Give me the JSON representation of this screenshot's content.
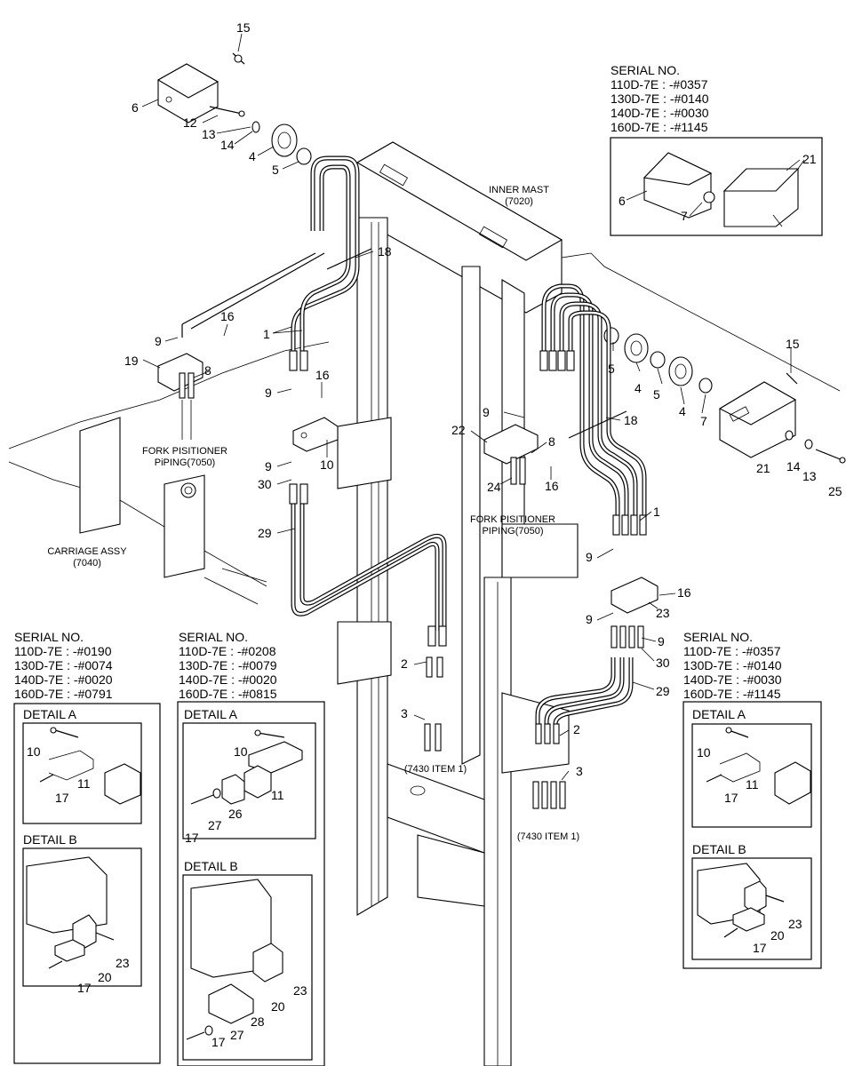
{
  "top_right": {
    "serial_title": "SERIAL NO.",
    "lines": [
      "110D-7E : -#0357",
      "130D-7E : -#0140",
      "140D-7E : -#0030",
      "160D-7E : -#1145"
    ]
  },
  "left_serial": {
    "title": "SERIAL NO.",
    "lines": [
      "110D-7E : -#0190",
      "130D-7E : -#0074",
      "140D-7E : -#0020",
      "160D-7E : -#0791"
    ]
  },
  "mid_serial": {
    "title": "SERIAL NO.",
    "lines": [
      "110D-7E : -#0208",
      "130D-7E : -#0079",
      "140D-7E : -#0020",
      "160D-7E : -#0815"
    ]
  },
  "right_serial": {
    "title": "SERIAL NO.",
    "lines": [
      "110D-7E : -#0357",
      "130D-7E : -#0140",
      "140D-7E : -#0030",
      "160D-7E : -#1145"
    ]
  },
  "labels": {
    "inner_mast": "INNER MAST",
    "inner_mast_code": "(7020)",
    "fork_positioner_left": "FORK PISITIONER",
    "fork_piping_left": "PiPING(7050)",
    "fork_positioner_right": "FORK PISITIONER",
    "fork_piping_right": "PIPING(7050)",
    "carriage": "CARRIAGE ASSY",
    "carriage_code": "(7040)",
    "item_ref_center": "(7430 ITEM 1)",
    "item_ref_right": "(7430 ITEM 1)"
  },
  "details": {
    "detail_a": "DETAIL A",
    "detail_b": "DETAIL B"
  },
  "callouts": {
    "n1": "1",
    "n2": "2",
    "n3": "3",
    "n4": "4",
    "n5": "5",
    "n6": "6",
    "n7": "7",
    "n8": "8",
    "n9": "9",
    "n10": "10",
    "n11": "11",
    "n12": "12",
    "n13": "13",
    "n14": "14",
    "n15": "15",
    "n16": "16",
    "n17": "17",
    "n18": "18",
    "n19": "19",
    "n20": "20",
    "n21": "21",
    "n22": "22",
    "n23": "23",
    "n24": "24",
    "n25": "25",
    "n26": "26",
    "n27": "27",
    "n28": "28",
    "n29": "29",
    "n30": "30"
  }
}
